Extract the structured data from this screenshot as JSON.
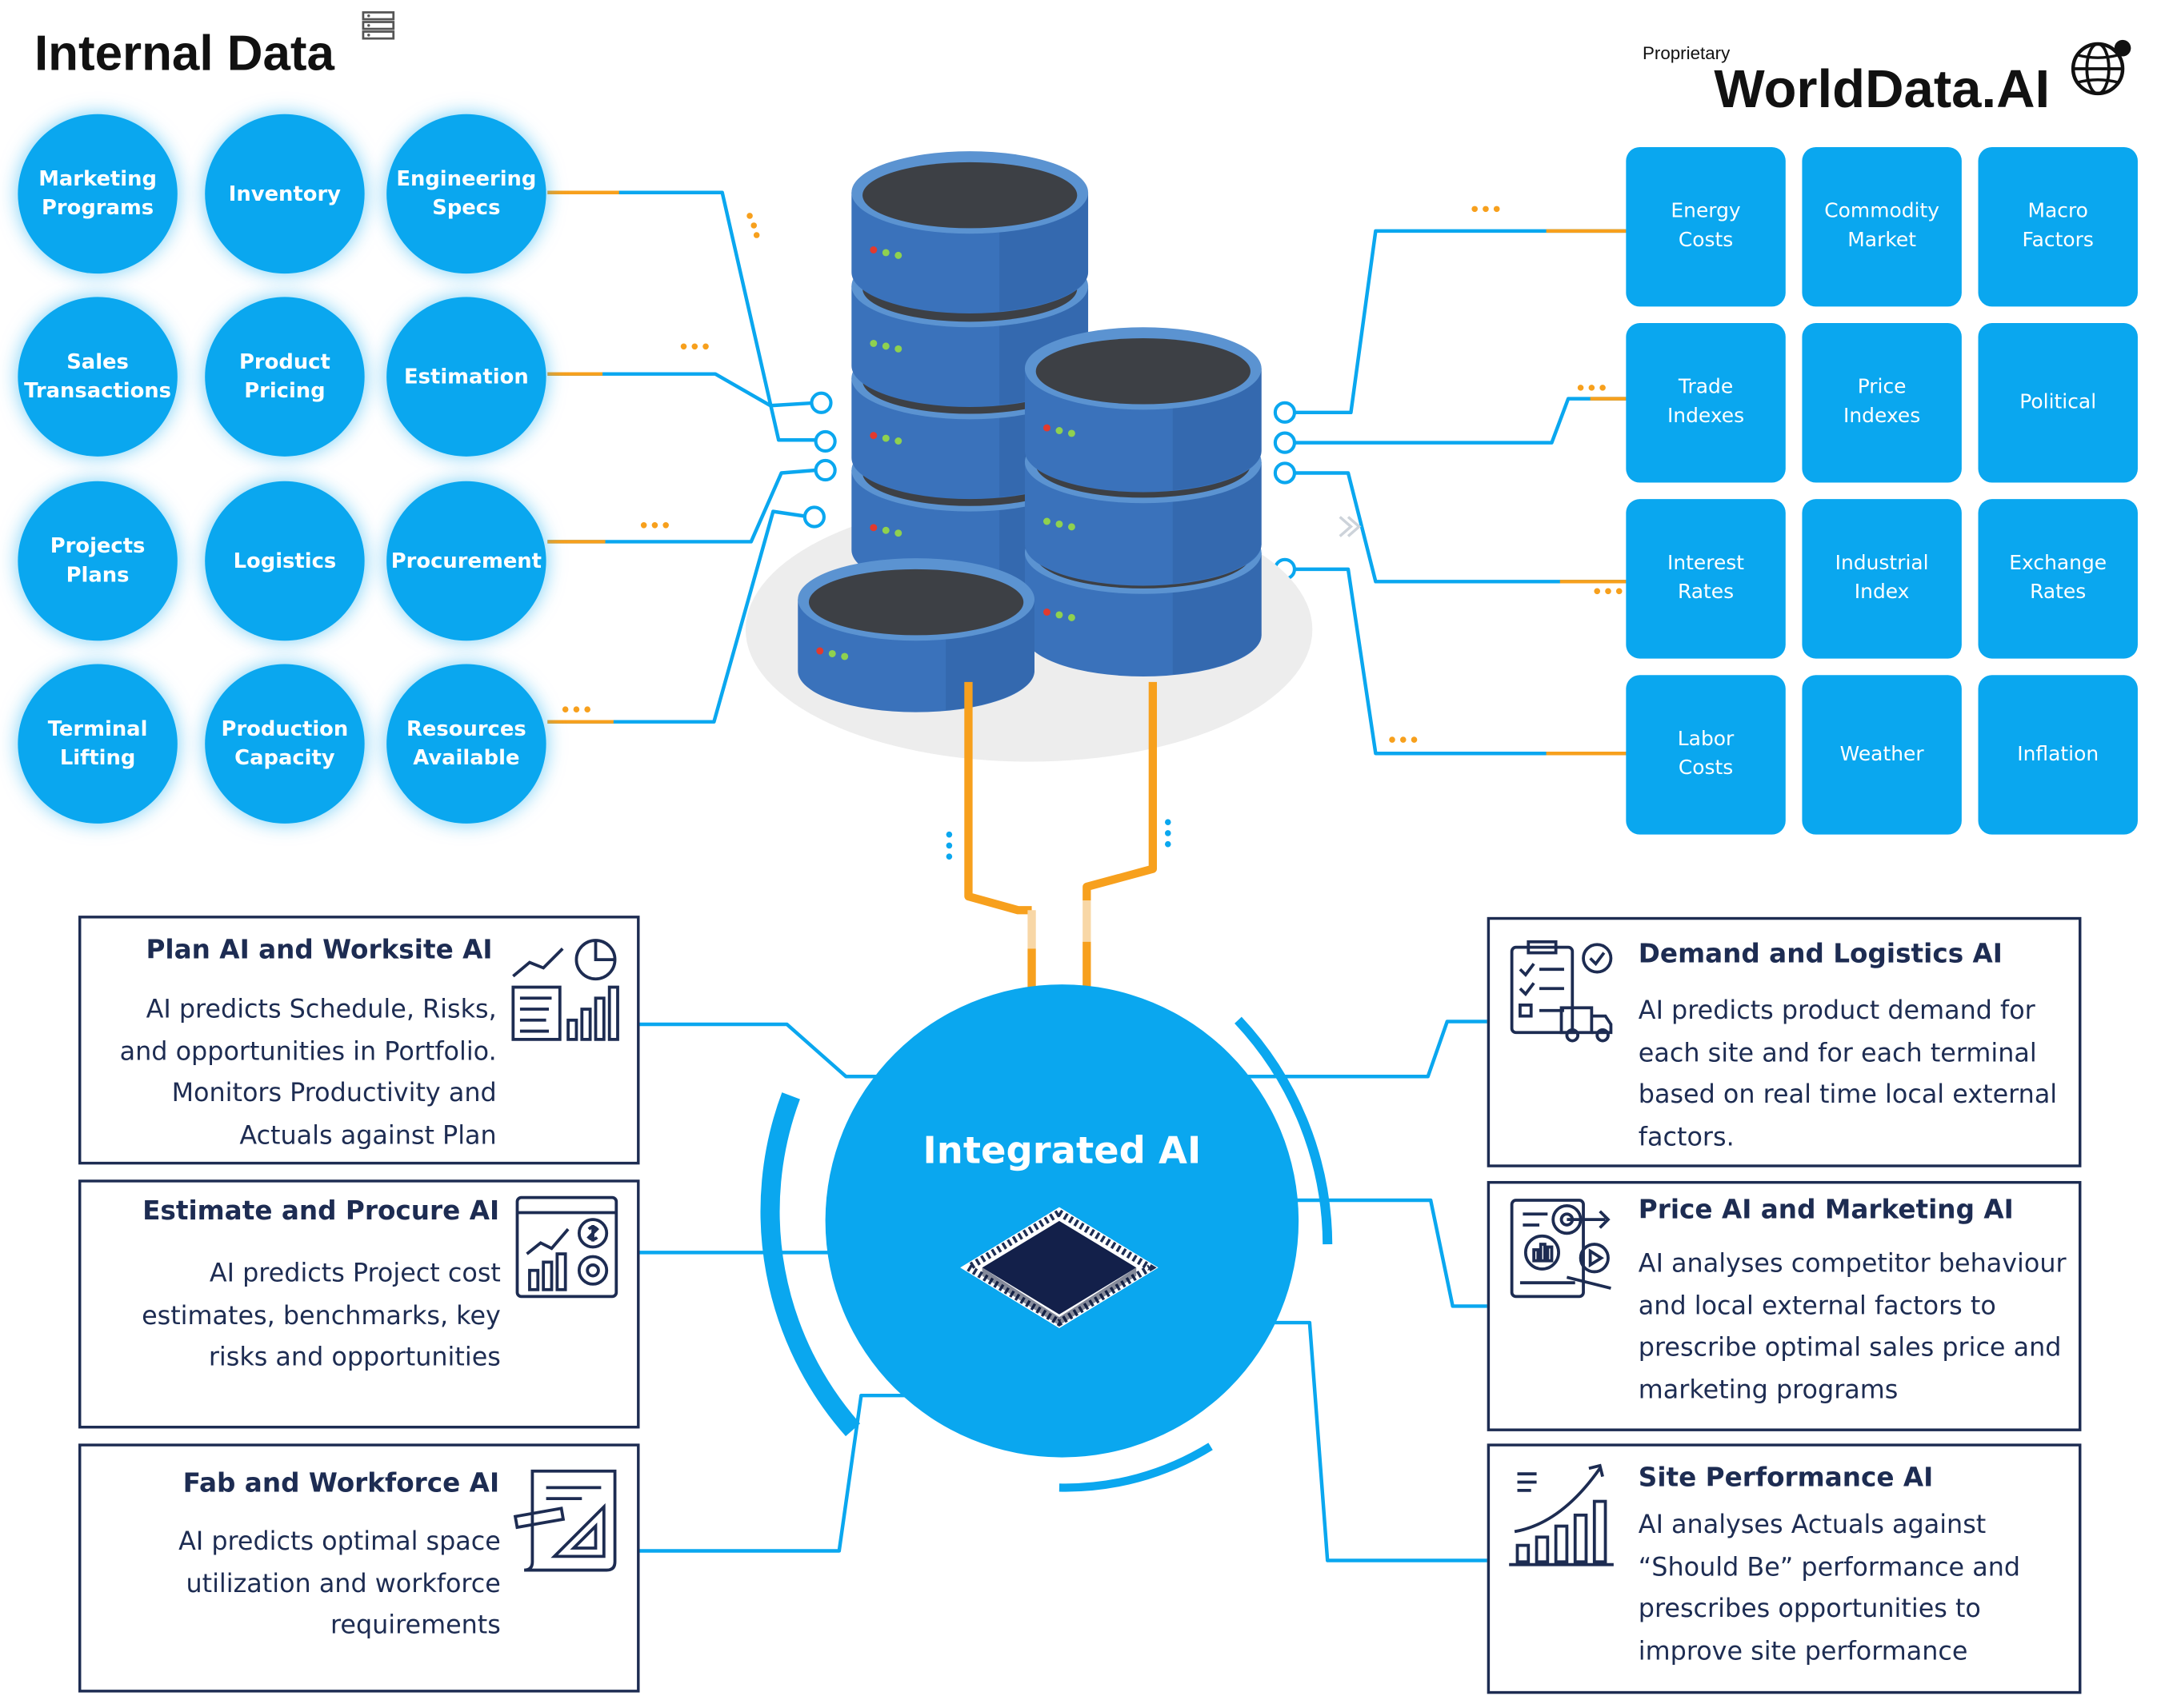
{
  "internal": {
    "title": "Internal Data",
    "items": [
      "Marketing\nPrograms",
      "Inventory",
      "Engineering\nSpecs",
      "Sales\nTransactions",
      "Product\nPricing",
      "Estimation",
      "Projects\nPlans",
      "Logistics",
      "Procurement",
      "Terminal\nLifting",
      "Production\nCapacity",
      "Resources\nAvailable"
    ]
  },
  "external": {
    "tag": "Proprietary",
    "brand": "WorldData.AI",
    "items": [
      "Energy\nCosts",
      "Commodity\nMarket",
      "Macro\nFactors",
      "Trade\nIndexes",
      "Price\nIndexes",
      "Political",
      "Interest\nRates",
      "Industrial\nIndex",
      "Exchange\nRates",
      "Labor\nCosts",
      "Weather",
      "Inflation"
    ]
  },
  "hub": {
    "label": "Integrated AI"
  },
  "modules": {
    "left": [
      {
        "title": "Plan AI and Worksite AI",
        "body": "AI predicts Schedule, Risks,\nand opportunities in Portfolio.\nMonitors Productivity and\nActuals against Plan",
        "icon": "chart-report-icon"
      },
      {
        "title": "Estimate and Procure AI",
        "body": "AI predicts Project cost\nestimates, benchmarks, key\nrisks and opportunities",
        "icon": "cost-analytics-icon"
      },
      {
        "title": "Fab and Workforce AI",
        "body": "AI predicts optimal space\nutilization and workforce\nrequirements",
        "icon": "blueprint-icon"
      }
    ],
    "right": [
      {
        "title": "Demand and Logistics AI",
        "body": "AI predicts product demand for each site and for each terminal based on real time local external factors.",
        "icon": "checklist-truck-icon"
      },
      {
        "title": "Price AI and Marketing AI",
        "body": "AI analyses competitor behaviour and local external factors to prescribe optimal sales price and marketing programs",
        "icon": "marketing-target-icon"
      },
      {
        "title": "Site Performance AI",
        "body": "AI analyses Actuals against “Should Be” performance and prescribes opportunities to improve site performance",
        "icon": "growth-chart-icon"
      }
    ]
  },
  "colors": {
    "accent": "#0aa7ef",
    "navy": "#1d2c52",
    "orange": "#f7a01d",
    "db_blue": "#3a72bb",
    "db_top": "#3d4045"
  }
}
